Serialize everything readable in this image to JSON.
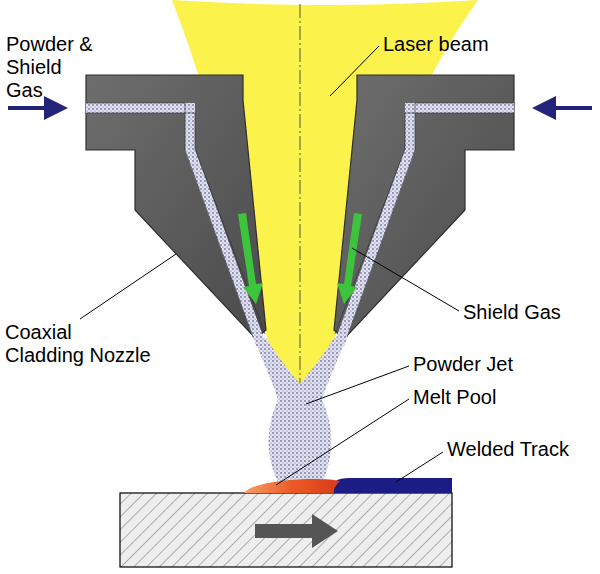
{
  "diagram": {
    "labels": [
      "Powder & Shield Gas",
      "Laser beam",
      "Coaxial Cladding Nozzle",
      "Shield Gas",
      "Powder Jet",
      "Melt Pool",
      "Welded Track"
    ]
  }
}
